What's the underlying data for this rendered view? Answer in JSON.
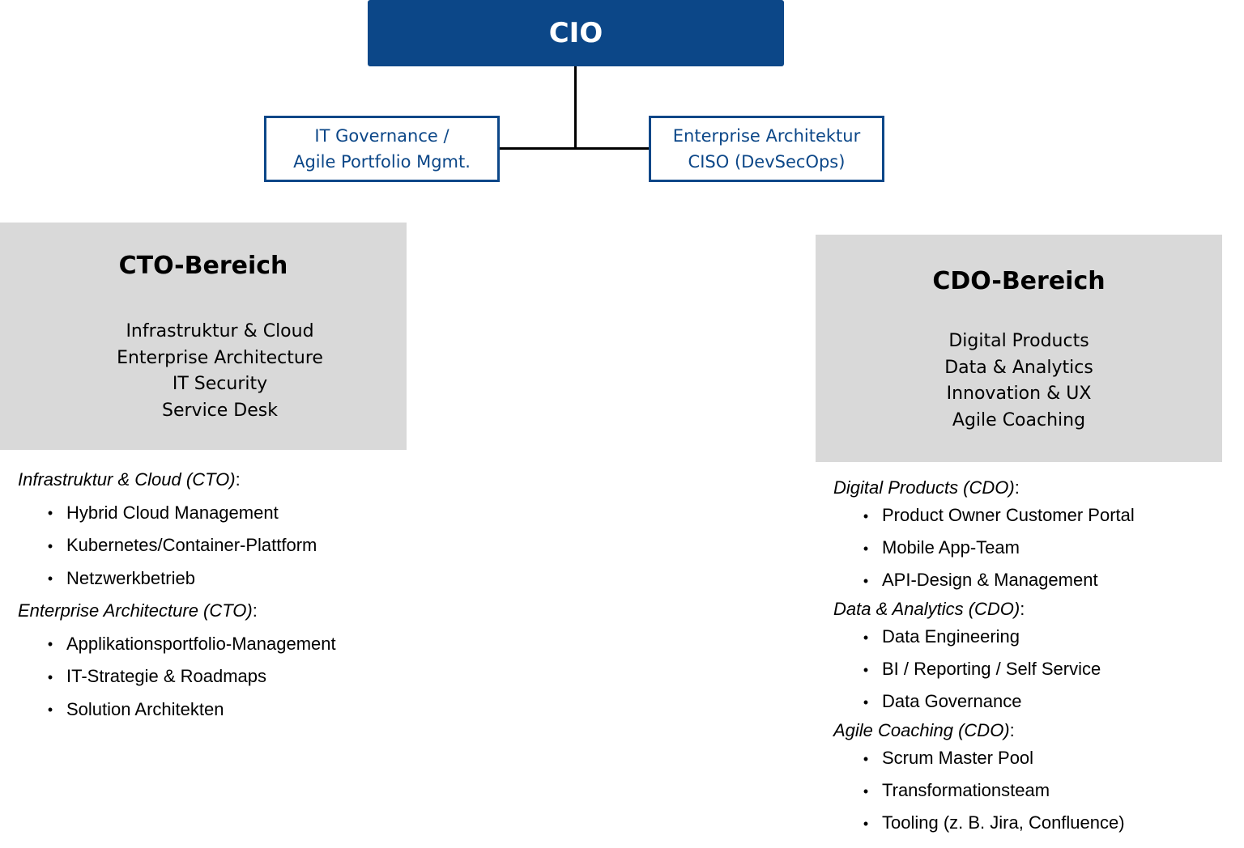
{
  "cio": {
    "label": "CIO"
  },
  "staff": {
    "left": {
      "line1": "IT Governance /",
      "line2": "Agile Portfolio Mgmt."
    },
    "right": {
      "line1": "Enterprise Architektur",
      "line2": "CISO (DevSecOps)"
    }
  },
  "cto": {
    "title": "CTO-Bereich",
    "items": [
      "Infrastruktur & Cloud",
      "Enterprise Architecture",
      "IT Security",
      "Service Desk"
    ]
  },
  "cdo": {
    "title": "CDO-Bereich",
    "items": [
      "Digital Products",
      "Data & Analytics",
      "Innovation & UX",
      "Agile Coaching"
    ]
  },
  "cto_details": [
    {
      "category": "Infrastruktur & Cloud (CTO)",
      "suffix": ":",
      "items": [
        "Hybrid Cloud Management",
        "Kubernetes/Container-Plattform",
        "Netzwerkbetrieb"
      ]
    },
    {
      "category": "Enterprise Architecture (CTO)",
      "suffix": ":",
      "items": [
        "Applikationsportfolio-Management",
        "IT-Strategie & Roadmaps",
        "Solution Architekten"
      ]
    }
  ],
  "cdo_details": [
    {
      "category": "Digital Products (CDO)",
      "suffix": ":",
      "items": [
        "Product Owner Customer Portal",
        "Mobile App-Team",
        "API-Design & Management"
      ]
    },
    {
      "category": "Data & Analytics (CDO)",
      "suffix": ":",
      "items": [
        "Data Engineering",
        "BI / Reporting / Self Service",
        "Data Governance"
      ]
    },
    {
      "category": "Agile Coaching (CDO)",
      "suffix": ":",
      "items": [
        "Scrum Master Pool",
        "Transformationsteam",
        "Tooling (z. B. Jira, Confluence)"
      ]
    }
  ],
  "bullet": "•",
  "colors": {
    "primary": "#0c4788",
    "area_bg": "#d9d9d9"
  }
}
